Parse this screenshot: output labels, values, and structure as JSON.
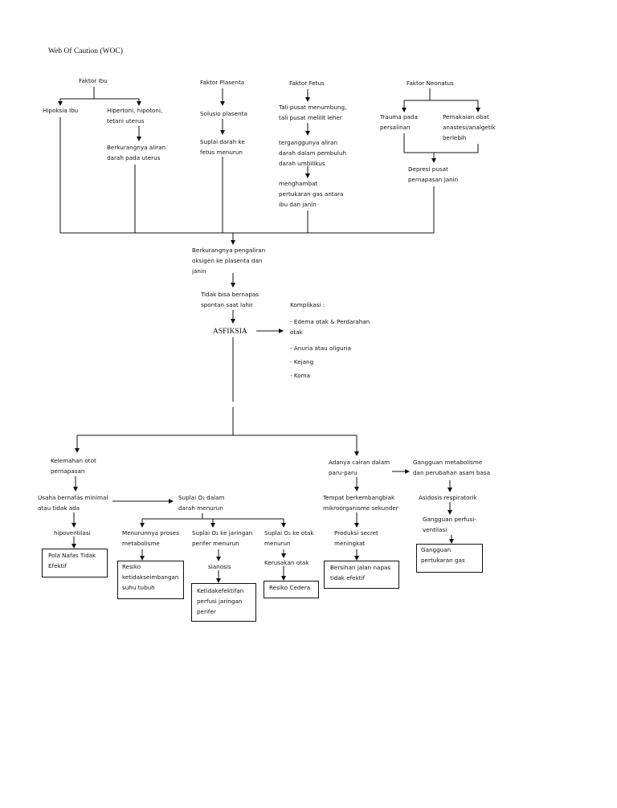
{
  "title": "Web Of Caution (WOC)",
  "factors": {
    "ibu": "Faktor Ibu",
    "plasenta": "Faktor Plasenta",
    "fetus": "Faktor Fetus",
    "neonatus": "Faktor Neonatus"
  },
  "ibu": {
    "hipoksia": "Hipoksia Ibu",
    "hipertoni": "Hipertoni, hipotoni,\ntetani uterus",
    "berkurang_aliran": "Berkurangnya aliran\ndarah pada uterus"
  },
  "plasenta": {
    "solusio": "Solusio plasenta",
    "suplai": "Suplai darah ke\nfetus menurun"
  },
  "fetus": {
    "tali_pusat": "Tali pusat menumbung,\ntali pusat melilit leher",
    "terganggu": "terganggunya aliran\ndarah dalam pembuluh\ndarah umbilikus",
    "menghambat": "menghambat\npertukaran gas antara\nibu dan janin"
  },
  "neonatus": {
    "trauma": "Trauma pada\npersalinan",
    "obat": "Pemakaian obat\nanastesi/analgetik\nberlebih",
    "depresi": "Depresi pusat\npernapasan janin"
  },
  "center": {
    "berkurang_oksigen": "Berkurangnya pengaliran\noksigen ke plasenta dan\njanin",
    "tidak_bisa": "Tidak bisa bernapas\nspontan saat lahir",
    "asfiksia": "ASFIKSIA"
  },
  "komplikasi": {
    "title": "Komplikasi :",
    "items": [
      "-       Edema otak & Perdarahan\n         otak",
      "-       Anuria atau oliguria",
      "-       Kejang",
      "-       Koma"
    ]
  },
  "left": {
    "kelemahan": "Kelemahan otot\npernapasan",
    "usaha": "Usaha bernafas minimal\natau tidak ada",
    "hipoventilasi": "hipoventilasi",
    "pola_nafas": "Pola Nafas Tidak\nEfektif"
  },
  "middle": {
    "suplai_o2": "Suplai O₂ dalam\ndarah menurun",
    "menurunnya": "Menurunnya proses\nmetabolisme",
    "resiko_ketidak": "Resiko\nketidakseimbangan\nsuhu tubuh",
    "suplai_jaringan": "Suplai O₂ ke jaringan\nperifer menurun",
    "sianosis": "sianosis",
    "ketidakefektifan": "Ketidakefektifan\nperfusi jaringan\nperifer",
    "suplai_otak": "Suplai O₂ ke otak\nmenurun",
    "kerusakan_otak": "Kerusakan otak",
    "resiko_cedera": "Resiko Cedera"
  },
  "right": {
    "cairan": "Adanya cairan dalam\nparu-paru",
    "tempat": "Tempat berkembangbiak\nmikroorganisme sekunder",
    "produksi": "Produksi secret\nmeningkat",
    "bersihan": "Bersihan jalan napas\ntidak efektif",
    "gangguan_metabolisme": "Gangguan metabolisme\ndan perubahan asam basa",
    "asidosis": "Asidosis respiratorik",
    "gangguan_perfusi": "Gangguan perfusi-\nventilasi",
    "gangguan_pertukaran": "Gangguan\npertukaran gas"
  }
}
